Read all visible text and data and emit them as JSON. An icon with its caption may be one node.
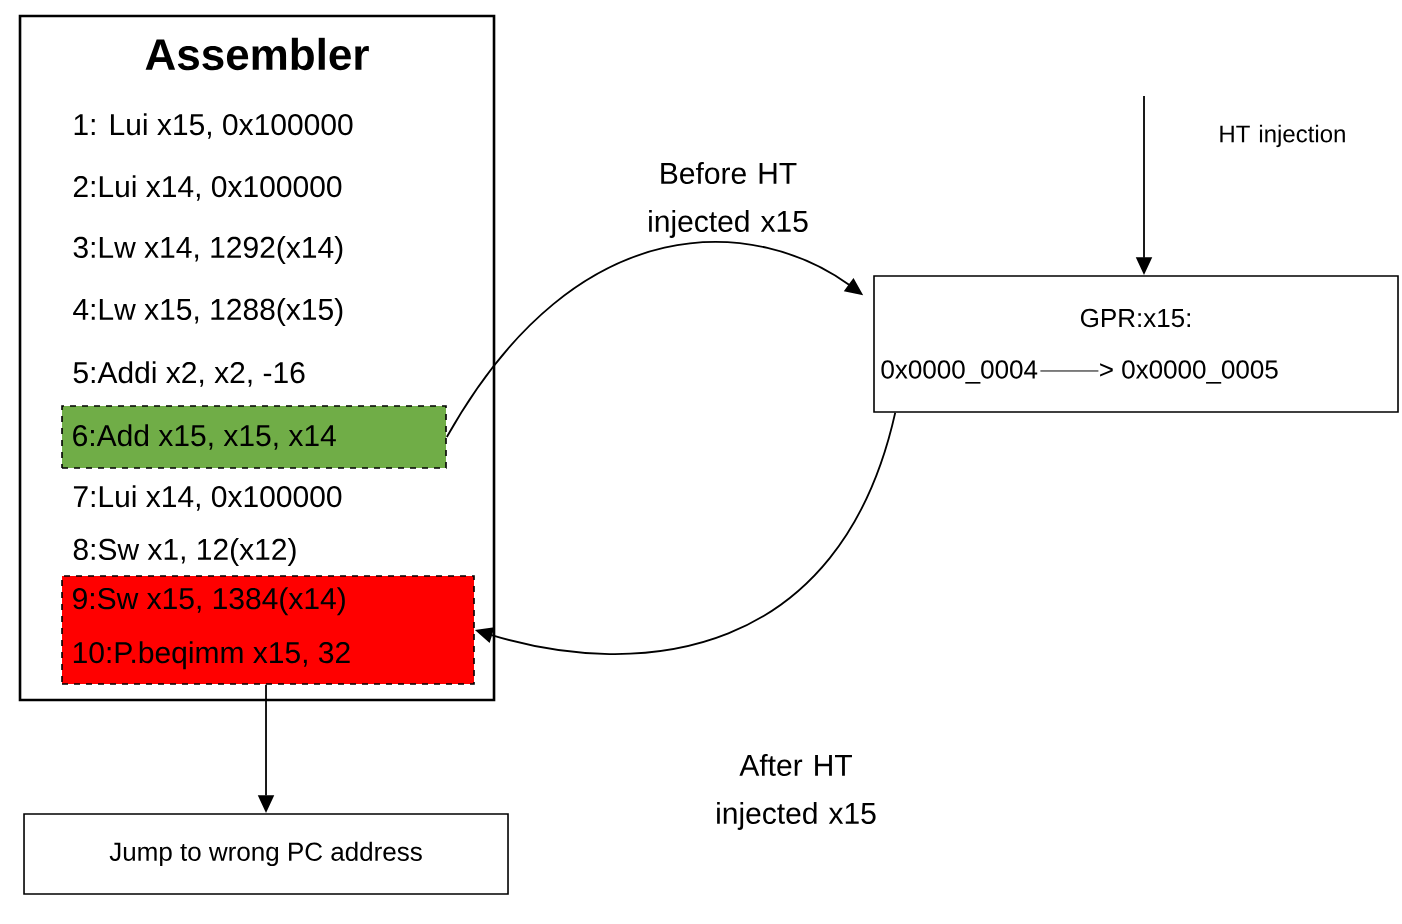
{
  "diagram": {
    "nodes": [
      {
        "text": [
          "Assembler",
          "1: Lui  x15, 0x100000",
          "2:Lui  x14, 0x100000",
          "3:Lw  x14, 1292(x14)",
          "4:Lw  x15, 1288(x15)",
          "5:Addi x2, x2, -16",
          "7:Lui x14, 0x100000",
          "8:Sw x1, 12(x12)"
        ]
      },
      {
        "text": [
          "6:Add x15, x15, x14"
        ],
        "in": 0
      },
      {
        "text": [
          "9:Sw x15, 1384(x14)",
          "10:P.beqimm x15, 32"
        ],
        "in": 0
      },
      {
        "text": [
          "GPR:x15:",
          "0x0000_0004",
          "> 0x0000_0005"
        ]
      },
      {
        "text": [
          "Jump to wrong PC address"
        ]
      }
    ],
    "edges": [
      {
        "from": 1,
        "to": 3,
        "arrow": "to",
        "label": "Before HT injected x15"
      },
      {
        "from": 3,
        "to": 2,
        "arrow": "to",
        "label": "After HT injected x15"
      },
      {
        "from": null,
        "to": 3,
        "arrow": "to",
        "label": "HT injection"
      },
      {
        "from": 2,
        "to": 4,
        "arrow": "to"
      }
    ]
  }
}
